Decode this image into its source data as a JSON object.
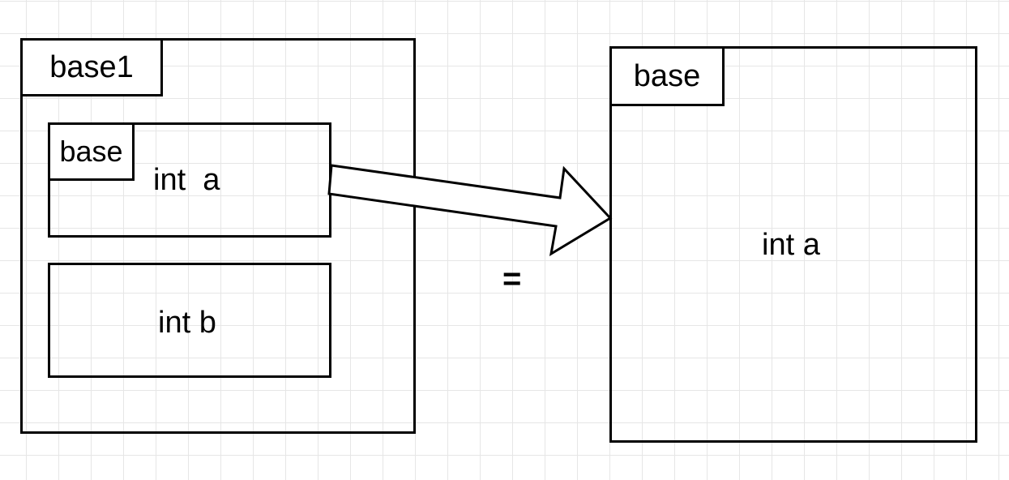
{
  "left": {
    "title": "base1",
    "inner_base": {
      "tab": "base",
      "field": "int  a"
    },
    "inner_b": {
      "field": "int b"
    }
  },
  "right": {
    "title": "base",
    "field": "int a"
  },
  "operator": "="
}
